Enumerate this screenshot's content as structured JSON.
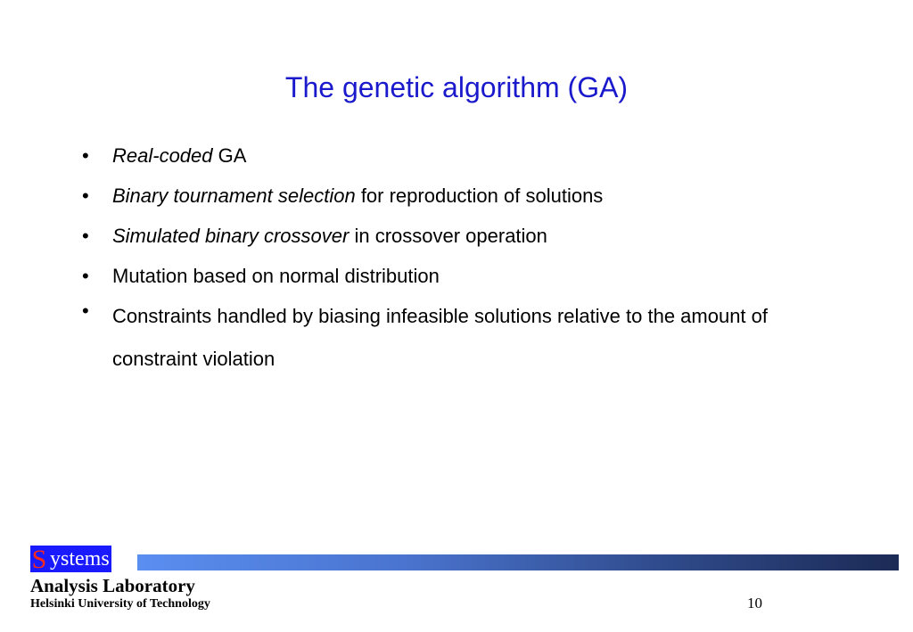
{
  "slide": {
    "title": "The genetic algorithm (GA)",
    "bullets": [
      {
        "marker": "•",
        "italic": "Real-coded",
        "rest": " GA"
      },
      {
        "marker": "•",
        "italic": "Binary tournament selection",
        "rest": " for reproduction of solutions"
      },
      {
        "marker": "•",
        "italic": "Simulated binary crossover",
        "rest": " in crossover operation"
      },
      {
        "marker": "•",
        "italic": "",
        "rest": "Mutation based on normal distribution"
      },
      {
        "marker": "•",
        "italic": "",
        "rest": "Constraints handled by biasing infeasible solutions relative to the amount of constraint violation"
      }
    ],
    "page_number": "10"
  },
  "footer": {
    "logo_s": "S",
    "logo_ystems": "ystems",
    "logo_line2": "Analysis Laboratory",
    "logo_line3": "Helsinki University of Technology"
  },
  "colors": {
    "title": "#1a1acc",
    "logo_bar_start": "#5a8ef0",
    "logo_bar_end": "#1c2a55",
    "logo_box": "#1a1aff",
    "logo_s": "#ff2a1a"
  }
}
